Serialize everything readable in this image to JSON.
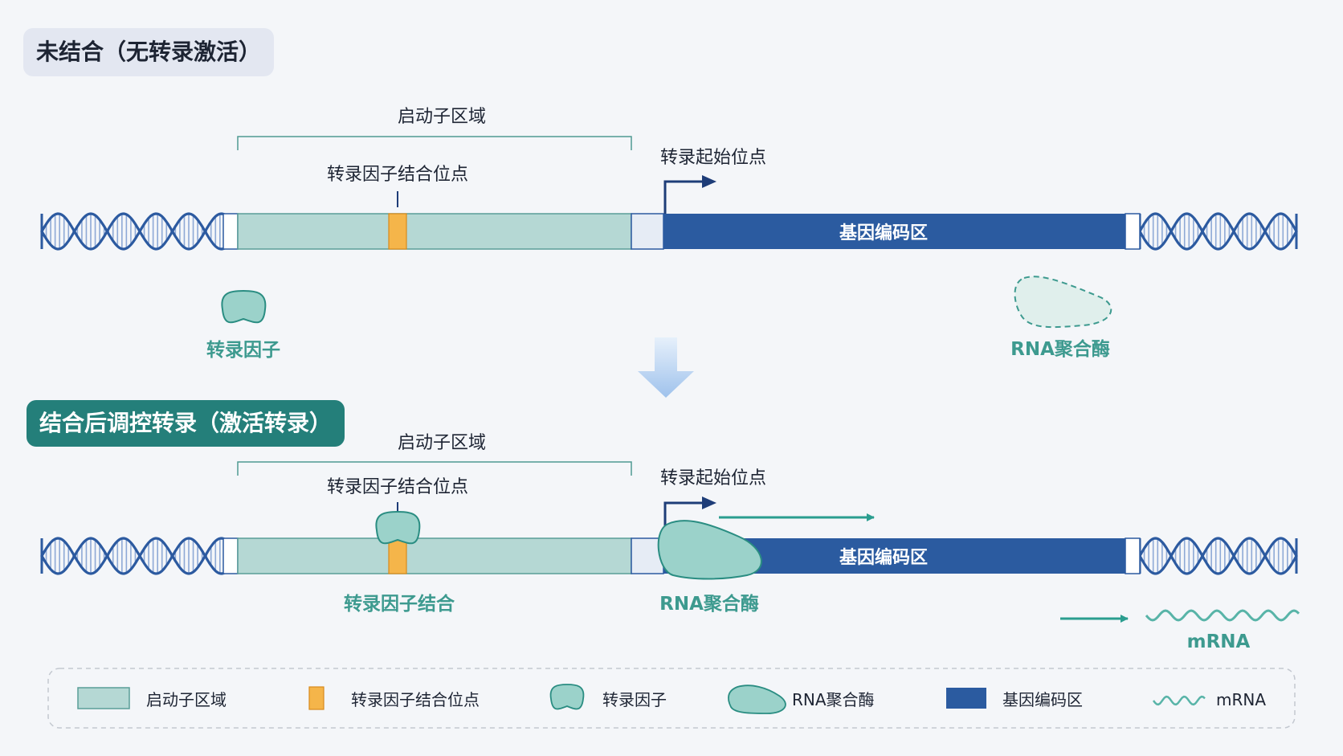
{
  "sections": {
    "unbound": {
      "title": "未结合（无转录激活）",
      "promoter_label": "启动子区域",
      "tfbs_label": "转录因子结合位点",
      "tss_label": "转录起始位点",
      "coding_label": "基因编码区",
      "tf_label": "转录因子",
      "polymerase_label": "RNA聚合酶"
    },
    "bound": {
      "title": "结合后调控转录（激活转录）",
      "promoter_label": "启动子区域",
      "tfbs_label": "转录因子结合位点",
      "tss_label": "转录起始位点",
      "coding_label": "基因编码区",
      "tf_bound_label": "转录因子结合",
      "polymerase_label": "RNA聚合酶",
      "mrna_label": "mRNA"
    }
  },
  "legend": {
    "items": [
      {
        "icon": "promoter-swatch-icon",
        "label": "启动子区域"
      },
      {
        "icon": "binding-site-swatch-icon",
        "label": "转录因子结合位点"
      },
      {
        "icon": "transcription-factor-icon",
        "label": "转录因子"
      },
      {
        "icon": "rna-polymerase-icon",
        "label": "RNA聚合酶"
      },
      {
        "icon": "coding-region-swatch-icon",
        "label": "基因编码区"
      },
      {
        "icon": "mrna-wave-icon",
        "label": "mRNA"
      }
    ]
  },
  "colors": {
    "background": "#f4f6f9",
    "dna_strand": "#2c5aa0",
    "dna_rungs": "#8ea9d6",
    "promoter_fill": "#b5d8d4",
    "promoter_stroke": "#5a9e98",
    "binding_site": "#f5b54a",
    "coding_region": "#2b5ba0",
    "teal": "#2a9d8f",
    "teal_text": "#3d9a8f",
    "tss_arrow": "#1e3d78",
    "flow_arrow": "#a5c6ee"
  }
}
